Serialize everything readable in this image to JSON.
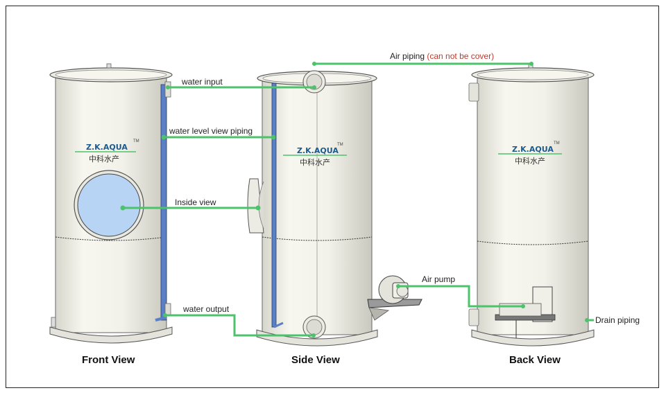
{
  "brand": {
    "name": "Z.K.AQUA",
    "trademark": "TM",
    "chinese": "中科水产"
  },
  "labels": {
    "water_input": "water input",
    "water_level": "water level view piping",
    "inside_view": "Inside view",
    "water_output": "water output",
    "air_piping": "Air piping",
    "air_piping_note": "(can not be cover)",
    "air_pump": "Air pump",
    "drain_piping": "Drain piping"
  },
  "views": {
    "front": "Front View",
    "side": "Side View",
    "back": "Back View"
  },
  "colors": {
    "connector": "#4cc26a",
    "tank": "#f4f4ec",
    "tank_shadow": "#d9d9cf",
    "pipe": "#5b7fc4",
    "window": "#b8d4f5",
    "warning": "#c0392b"
  }
}
